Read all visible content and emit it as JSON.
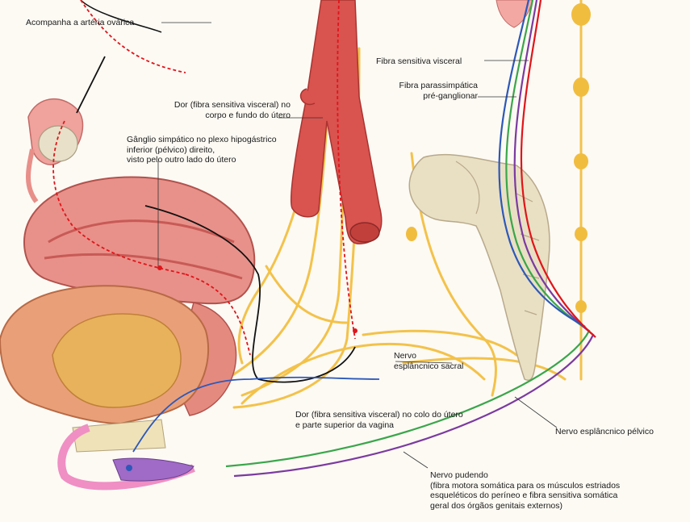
{
  "labels": {
    "ovarian_artery": "Acompanha a artéria ovárica",
    "visceral_sensory_fiber": "Fibra sensitiva visceral",
    "parasympathetic_pre_l1": "Fibra parassimpática",
    "parasympathetic_pre_l2": "pré-ganglionar",
    "pain_uterus_body_l1": "Dor (fibra sensitiva visceral) no",
    "pain_uterus_body_l2": "corpo e fundo do útero",
    "sympathetic_ganglia_l1": "Gânglio simpático no plexo hipogástrico",
    "sympathetic_ganglia_l2": "inferior (pélvico) direito,",
    "sympathetic_ganglia_l3": "visto pelo outro lado do útero",
    "sacral_splanchnic_l1": "Nervo",
    "sacral_splanchnic_l2": "esplâncnico sacral",
    "pain_cervix_l1": "Dor (fibra sensitiva visceral) no colo do útero",
    "pain_cervix_l2": "e parte superior da vagina",
    "pelvic_splanchnic": "Nervo esplâncnico pélvico",
    "pudendal_l1": "Nervo pudendo",
    "pudendal_l2": "(fibra motora somática para os músculos estriados",
    "pudendal_l3": "esqueléticos do períneo e fibra sensitiva somática",
    "pudendal_l4": "geral dos órgãos genitais externos)"
  },
  "colors": {
    "background": "#fdfaf4",
    "uterus": "#e8918a",
    "uterus_dark": "#c85a55",
    "bladder_wall": "#e9a079",
    "bladder_lumen": "#e8b25c",
    "artery": "#d9534f",
    "nerve_yellow": "#f3c24a",
    "bone": "#e9e0c4",
    "sympathetic_red": "#e0151a",
    "parasympathetic_green": "#3aa64a",
    "visceral_blue": "#2d58b8",
    "somatic_purple": "#7b3aa0",
    "black_fiber": "#111111",
    "vulva_purple": "#a06ac7",
    "pink": "#ef8fc4"
  }
}
